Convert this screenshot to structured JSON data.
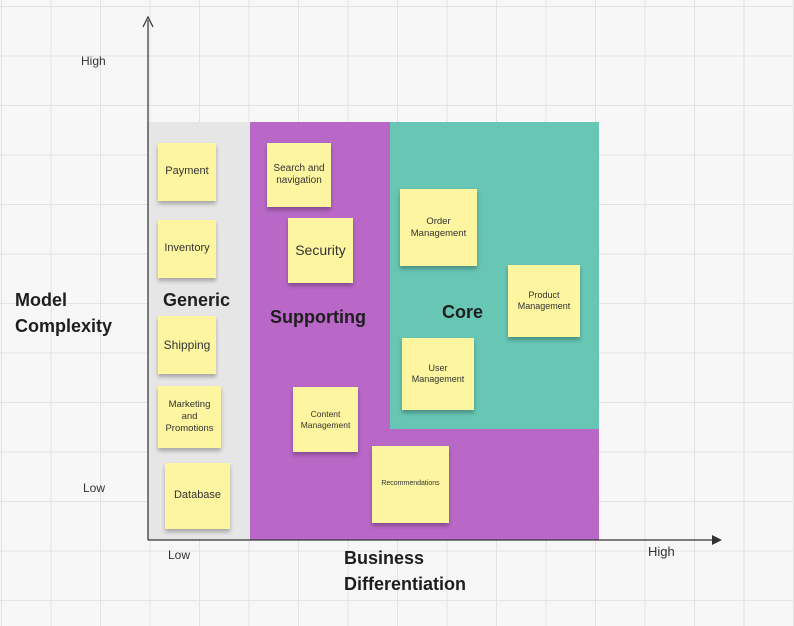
{
  "axes": {
    "y_title_line1": "Model",
    "y_title_line2": "Complexity",
    "y_high": "High",
    "y_low": "Low",
    "x_title_line1": "Business",
    "x_title_line2": "Differentiation",
    "x_low": "Low",
    "x_high": "High"
  },
  "regions": {
    "generic": {
      "label": "Generic",
      "color": "#e6e6e6"
    },
    "supporting": {
      "label": "Supporting",
      "color": "#b968c7"
    },
    "core": {
      "label": "Core",
      "color": "#67c6b4"
    }
  },
  "notes": {
    "payment": "Payment",
    "inventory": "Inventory",
    "shipping": "Shipping",
    "marketing": "Marketing and Promotions",
    "database": "Database",
    "search": "Search and navigation",
    "security": "Security",
    "content": "Content Management",
    "recommendations": "Recommendations",
    "order": "Order Management",
    "product": "Product Management",
    "user": "User Management"
  },
  "colors": {
    "sticky": "#fdf5a0",
    "axis": "#333333"
  }
}
